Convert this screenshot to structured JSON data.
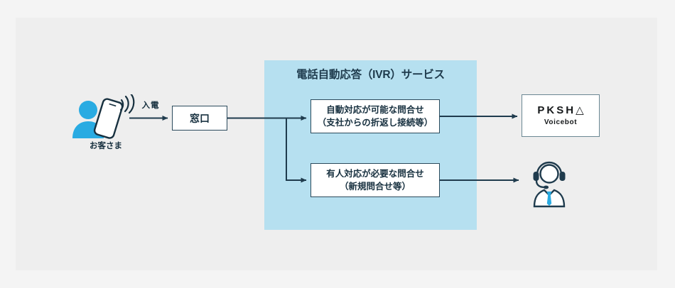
{
  "diagram": {
    "panel": {
      "title": "電話自動応答（IVR）サービス",
      "bg_color": "#b6e0f0"
    },
    "canvas_bg": "#eeeeee",
    "accent_color": "#29abe2",
    "line_color": "#2b4a5c",
    "customer": {
      "icon": "person-with-smartphone-icon",
      "label": "お客さま"
    },
    "incoming_call": {
      "label": "入電",
      "arrow": "arrow-right-icon"
    },
    "reception": {
      "label": "窓口"
    },
    "branches": [
      {
        "line1": "自動対応が可能な問合せ",
        "line2": "（支社からの折返し接続等）"
      },
      {
        "line1": "有人対応が必要な問合せ",
        "line2": "（新規問合せ等）"
      }
    ],
    "pksha": {
      "wordmark": "PKSH△",
      "product": "Voicebot"
    },
    "operator": {
      "icon": "operator-headset-icon"
    }
  }
}
